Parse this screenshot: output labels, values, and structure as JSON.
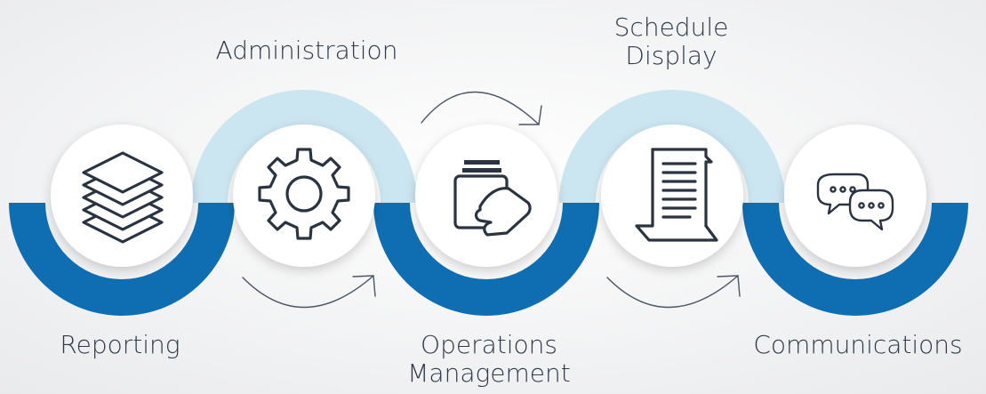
{
  "steps": [
    {
      "label": "Reporting",
      "icon": "layers-icon"
    },
    {
      "label": "Administration",
      "icon": "gear-icon"
    },
    {
      "label": "Operations\nManagement",
      "icon": "hand-card-icon"
    },
    {
      "label": "Schedule\nDisplay",
      "icon": "document-icon"
    },
    {
      "label": "Communications",
      "icon": "chat-bubbles-icon"
    }
  ],
  "colors": {
    "dark_blue": "#0f6eb2",
    "light_blue": "#cbe5f1",
    "icon_stroke": "#2a3340",
    "label_text": "#2e3a4a",
    "arrow": "#4a5566"
  }
}
